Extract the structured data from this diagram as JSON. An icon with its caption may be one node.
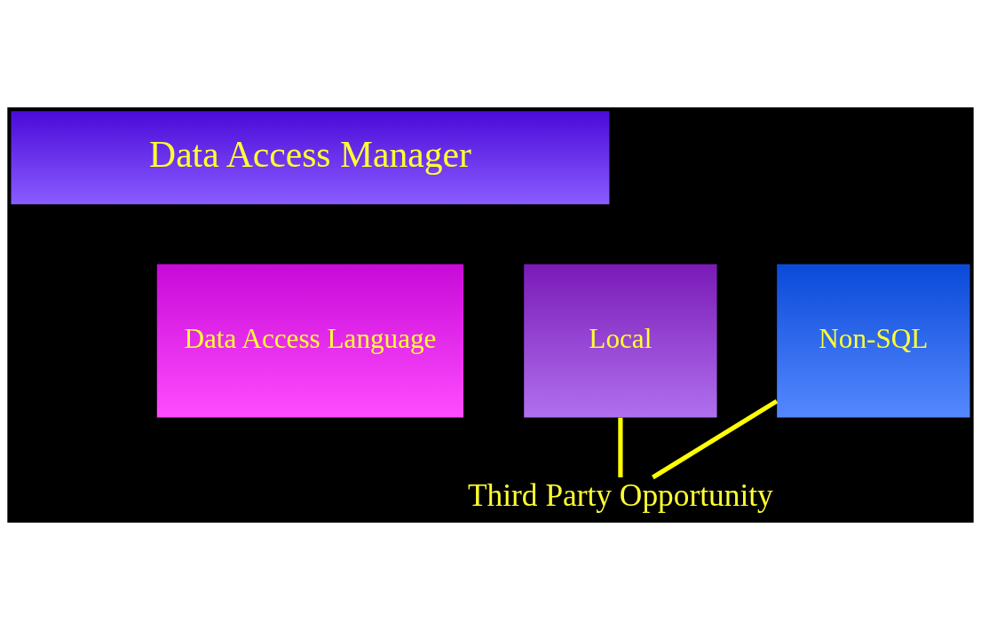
{
  "diagram": {
    "nodes": [
      {
        "text": [
          "Data Access Manager"
        ]
      },
      {
        "text": [
          "Data Access Language"
        ]
      },
      {
        "text": [
          "Local"
        ]
      },
      {
        "text": [
          "Non-SQL"
        ]
      },
      {
        "text": [
          "Third Party Opportunity"
        ]
      }
    ],
    "edges": [
      {
        "from": 2,
        "to": 4,
        "arrow": "none"
      },
      {
        "from": 3,
        "to": 4,
        "arrow": "none"
      }
    ]
  }
}
